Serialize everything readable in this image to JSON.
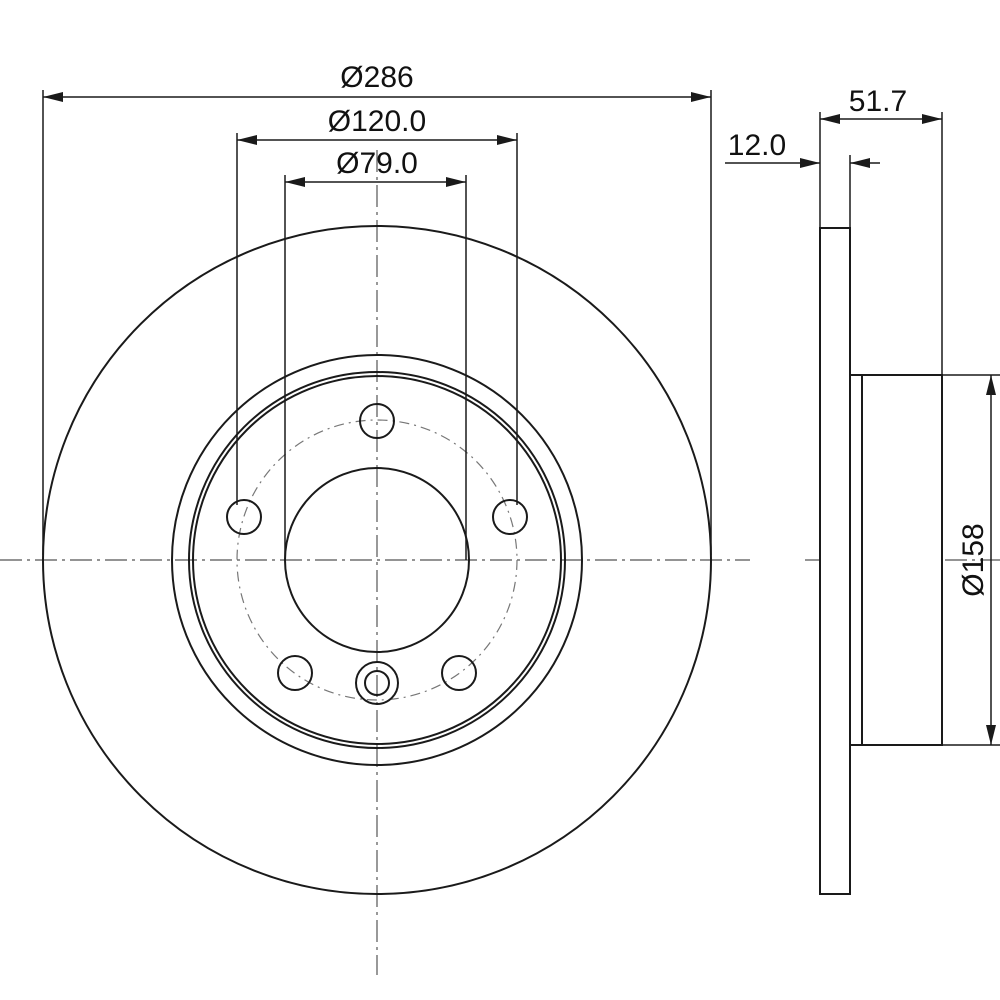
{
  "dimensions": {
    "outer_diameter": "Ø286",
    "bolt_circle_diameter": "Ø120.0",
    "center_bore_diameter": "Ø79.0",
    "hat_diameter": "Ø158",
    "disc_thickness": "12.0",
    "overall_height": "51.7"
  },
  "colors": {
    "line": "#1a1a1a",
    "background": "#ffffff"
  }
}
